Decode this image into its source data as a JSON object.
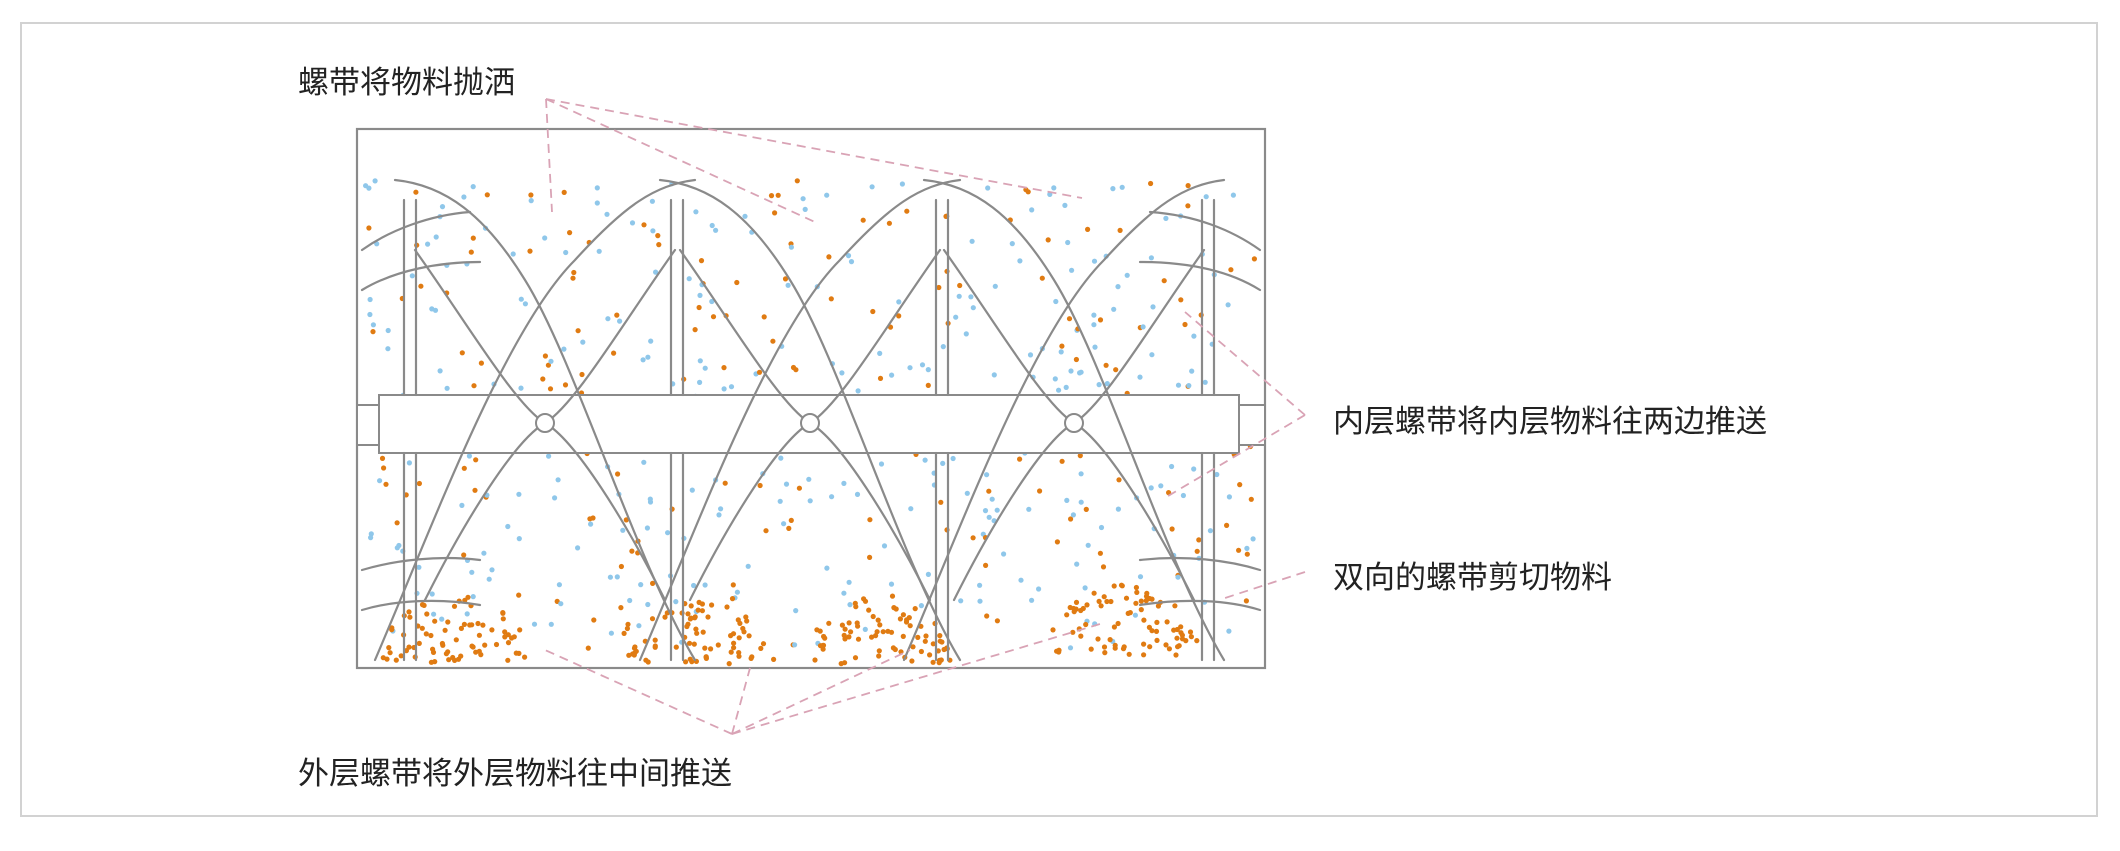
{
  "labels": {
    "top": "螺带将物料抛洒",
    "right_1": "内层螺带将内层物料往两边推送",
    "right_2": "双向的螺带剪切物料",
    "bottom": "外层螺带将外层物料往中间推送"
  },
  "colors": {
    "frame": "#d2d2d2",
    "body": "#8a8a8a",
    "ribbon": "#8a8a8a",
    "particle_orange": "#e07b12",
    "particle_blue": "#8fc7ea",
    "leader": "#d9a3b5"
  }
}
